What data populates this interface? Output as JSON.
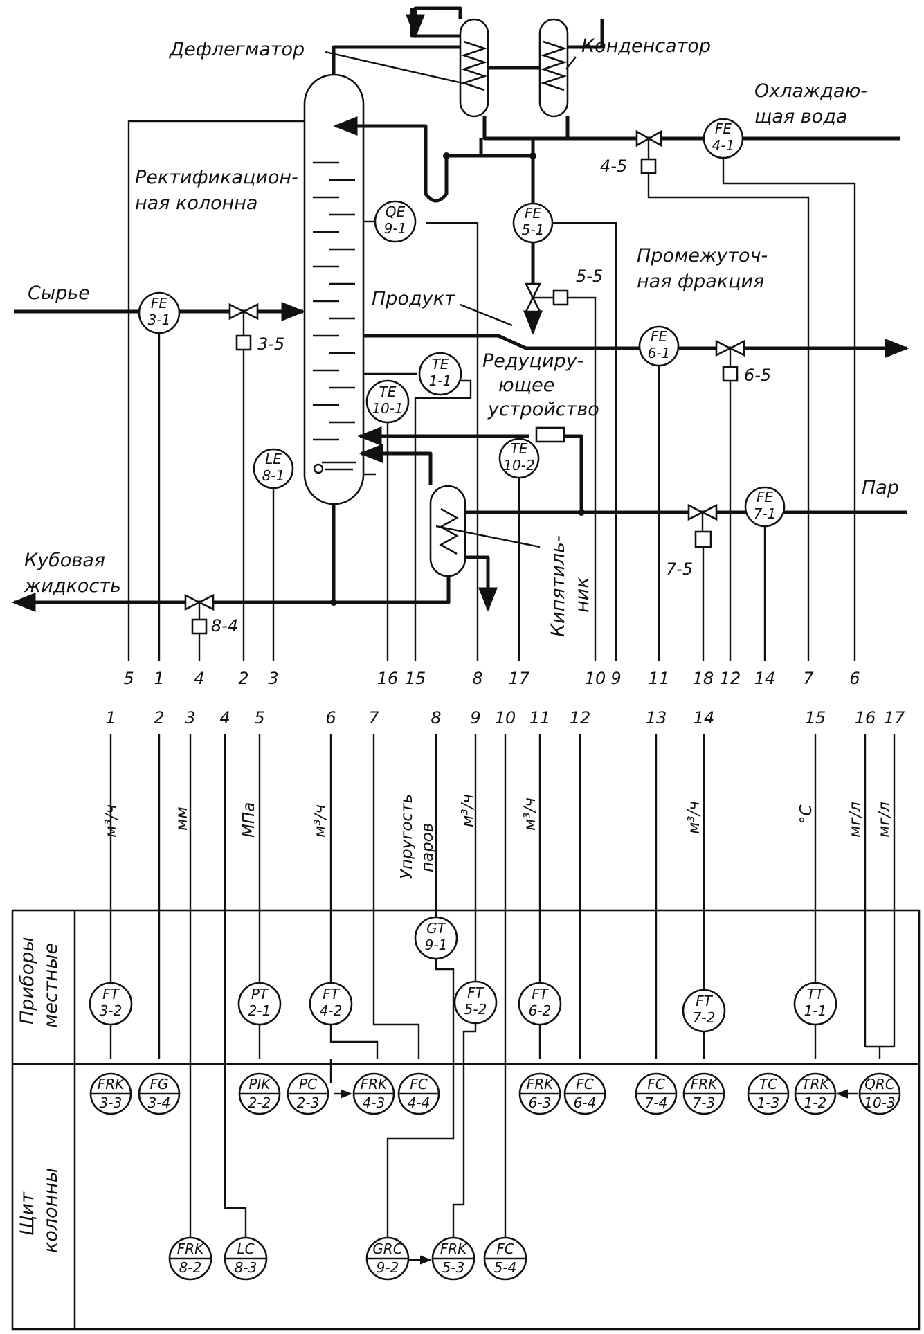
{
  "labels": {
    "dephlegmator": "Дефлегматор",
    "condenser": "Конденсатор",
    "cooling_water_1": "Охлаждаю-",
    "cooling_water_2": "щая вода",
    "column_1": "Ректификацион-",
    "column_2": "ная колонна",
    "feed": "Сырье",
    "product": "Продукт",
    "intermediate_1": "Промежуточ-",
    "intermediate_2": "ная фракция",
    "reducer_1": "Редуциру-",
    "reducer_2": "ющее",
    "reducer_3": "устройство",
    "steam": "Пар",
    "bottoms_1": "Кубовая",
    "bottoms_2": "жидкость",
    "reboiler_1": "Кипятиль-",
    "reboiler_2": "ник",
    "vapor_pressure_1": "Упругость",
    "vapor_pressure_2": "паров",
    "zone_local_1": "Приборы",
    "zone_local_2": "местные",
    "zone_panel_1": "Щит",
    "zone_panel_2": "колонны"
  },
  "actuator_labels": {
    "a45": "4-5",
    "a55": "5-5",
    "a35": "3-5",
    "a65": "6-5",
    "a75": "7-5",
    "a84": "8-4"
  },
  "field_instruments": [
    {
      "top": "FE",
      "bottom": "4-1"
    },
    {
      "top": "QE",
      "bottom": "9-1"
    },
    {
      "top": "FE",
      "bottom": "5-1"
    },
    {
      "top": "FE",
      "bottom": "3-1"
    },
    {
      "top": "FE",
      "bottom": "6-1"
    },
    {
      "top": "TE",
      "bottom": "1-1"
    },
    {
      "top": "TE",
      "bottom": "10-1"
    },
    {
      "top": "TE",
      "bottom": "10-2"
    },
    {
      "top": "LE",
      "bottom": "8-1"
    },
    {
      "top": "FE",
      "bottom": "7-1"
    }
  ],
  "upper_line_numbers": [
    "5",
    "1",
    "4",
    "2",
    "3",
    "16",
    "15",
    "8",
    "17",
    "10",
    "9",
    "11",
    "18",
    "12",
    "14",
    "7",
    "6"
  ],
  "lower_line_numbers": [
    "1",
    "2",
    "3",
    "4",
    "5",
    "6",
    "7",
    "8",
    "9",
    "10",
    "11",
    "12",
    "13",
    "14",
    "15",
    "16",
    "17"
  ],
  "units": {
    "u1": "м³/ч",
    "u3": "мм",
    "u5": "МПа",
    "u6": "м³/ч",
    "u9": "м³/ч",
    "u11": "м³/ч",
    "u14": "м³/ч",
    "u15": "°C",
    "u16": "мг/л",
    "u17": "мг/л"
  },
  "local_instruments": [
    {
      "top": "FT",
      "bottom": "3-2"
    },
    {
      "top": "PT",
      "bottom": "2-1"
    },
    {
      "top": "FT",
      "bottom": "4-2"
    },
    {
      "top": "GT",
      "bottom": "9-1"
    },
    {
      "top": "FT",
      "bottom": "5-2"
    },
    {
      "top": "FT",
      "bottom": "6-2"
    },
    {
      "top": "FT",
      "bottom": "7-2"
    },
    {
      "top": "TT",
      "bottom": "1-1"
    }
  ],
  "panel_instruments_row1": [
    {
      "top": "FRK",
      "bottom": "3-3"
    },
    {
      "top": "FG",
      "bottom": "3-4"
    },
    {
      "top": "PIK",
      "bottom": "2-2"
    },
    {
      "top": "PC",
      "bottom": "2-3"
    },
    {
      "top": "FRK",
      "bottom": "4-3"
    },
    {
      "top": "FC",
      "bottom": "4-4"
    },
    {
      "top": "FRK",
      "bottom": "6-3"
    },
    {
      "top": "FC",
      "bottom": "6-4"
    },
    {
      "top": "FC",
      "bottom": "7-4"
    },
    {
      "top": "FRK",
      "bottom": "7-3"
    },
    {
      "top": "TC",
      "bottom": "1-3"
    },
    {
      "top": "TRK",
      "bottom": "1-2"
    },
    {
      "top": "QRC",
      "bottom": "10-3"
    }
  ],
  "panel_instruments_row2": [
    {
      "top": "FRK",
      "bottom": "8-2"
    },
    {
      "top": "LC",
      "bottom": "8-3"
    },
    {
      "top": "GRC",
      "bottom": "9-2"
    },
    {
      "top": "FRK",
      "bottom": "5-3"
    },
    {
      "top": "FC",
      "bottom": "5-4"
    }
  ]
}
